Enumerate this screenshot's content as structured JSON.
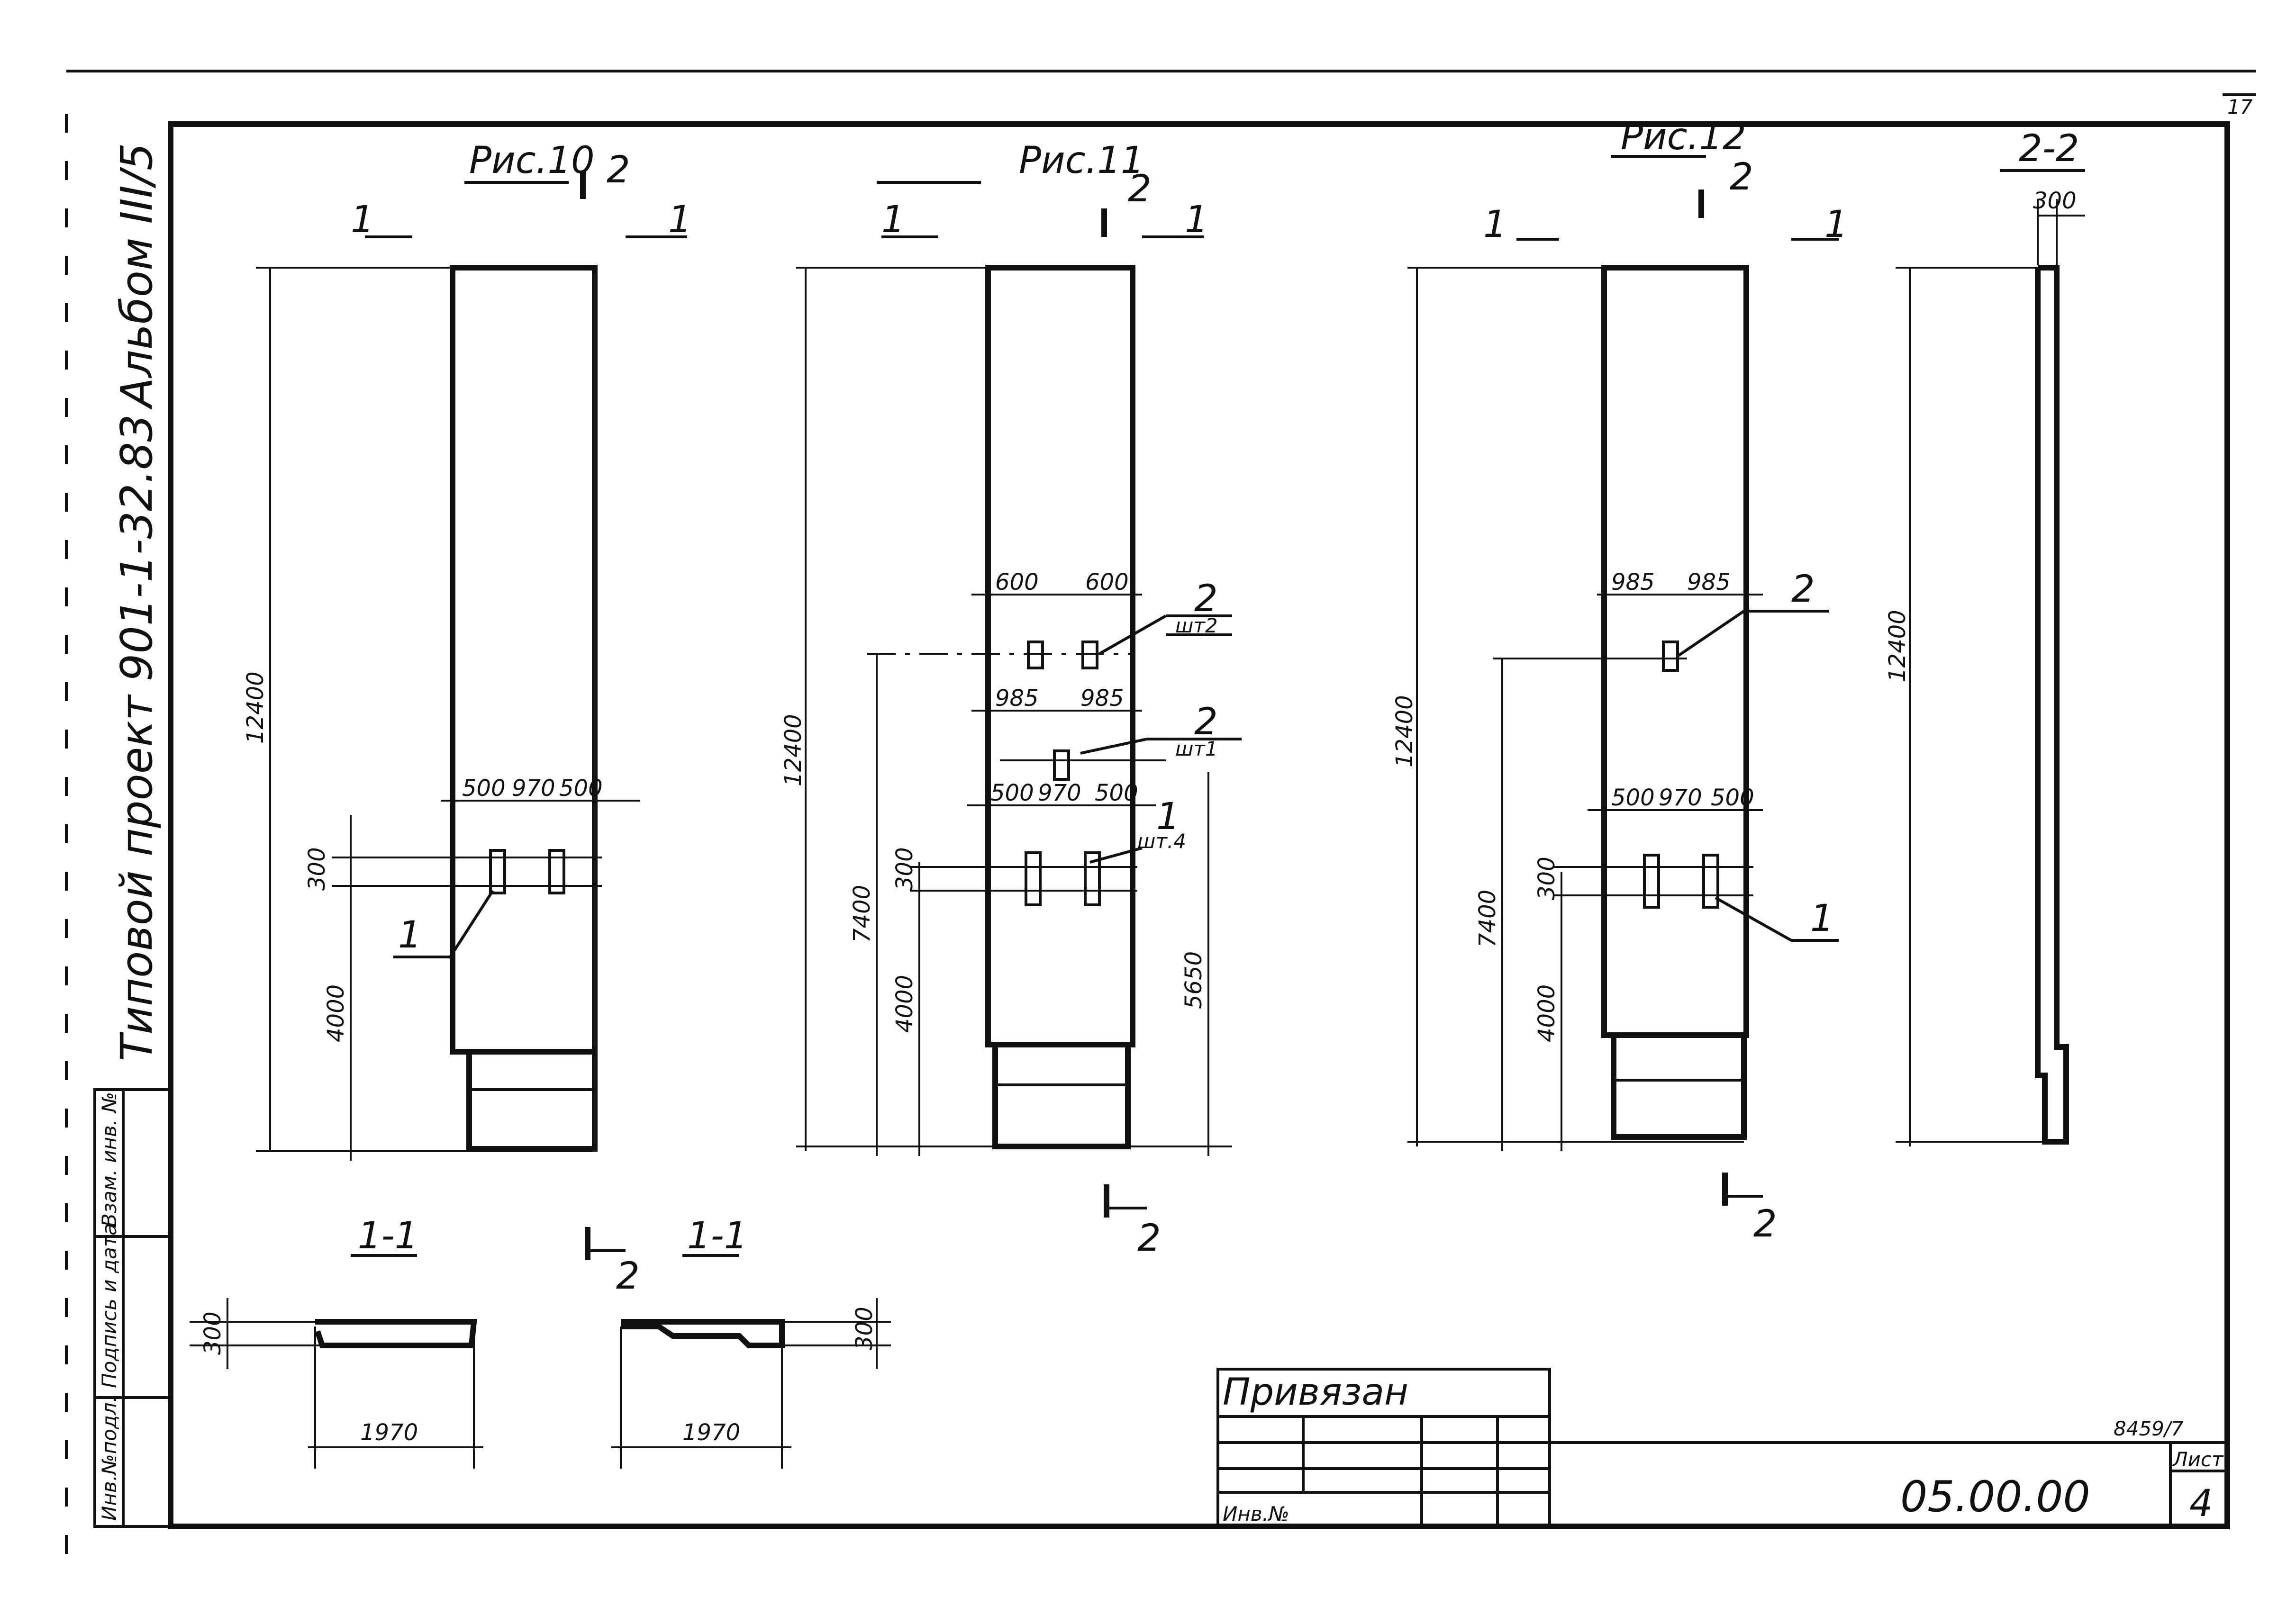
{
  "side_title": {
    "album": "Альбом III/5",
    "project": "Типовой проект 901-1-32.83"
  },
  "side_stamp": {
    "cells": [
      "Инв.№подл.",
      "Подпись и дата",
      "Взам. инв. №"
    ]
  },
  "figures": {
    "fig10": {
      "title": "Рис.10",
      "section_left": "1",
      "section_right": "1",
      "section_2": "2",
      "height": "12400",
      "height_lower": "4000",
      "small_dim": "300",
      "top_dims": [
        "500",
        "970",
        "500"
      ],
      "callout_1": "1"
    },
    "fig11": {
      "title": "Рис.11",
      "section_left": "1",
      "section_right": "1",
      "section_2": "2",
      "height": "12400",
      "dim_7400": "7400",
      "dim_4000": "4000",
      "dim_300": "300",
      "dim_5650": "5650",
      "top_dims": [
        "600",
        "600"
      ],
      "mid_dims": [
        "985",
        "985"
      ],
      "low_dims": [
        "500",
        "970",
        "500"
      ],
      "callout_2a": "2",
      "callout_2a_qty": "шт2",
      "callout_2b": "2",
      "callout_2b_qty": "шт1",
      "callout_1": "1",
      "callout_1_qty": "шт.4",
      "arrow_2": "2"
    },
    "fig12": {
      "title": "Рис.12",
      "section_left": "1",
      "section_right": "1",
      "section_2": "2",
      "height": "12400",
      "dim_7400": "7400",
      "dim_4000": "4000",
      "dim_300": "300",
      "top_dims": [
        "985",
        "985"
      ],
      "low_dims": [
        "500",
        "970",
        "500"
      ],
      "callout_2": "2",
      "callout_1": "1",
      "arrow_2": "2"
    },
    "section22": {
      "title": "2-2",
      "width": "300",
      "height": "12400"
    },
    "section11a": {
      "title": "1-1",
      "thickness": "300",
      "width": "1970"
    },
    "section11b": {
      "title": "1-1",
      "thickness": "300",
      "width": "1970",
      "arrow_2": "2"
    }
  },
  "title_block": {
    "bound": "Привязан",
    "inv": "Инв.№",
    "drawing_code": "05.00.00",
    "sheet_label": "Лист",
    "sheet_no": "4",
    "archive_no": "8459/7",
    "corner_mark": "17"
  }
}
